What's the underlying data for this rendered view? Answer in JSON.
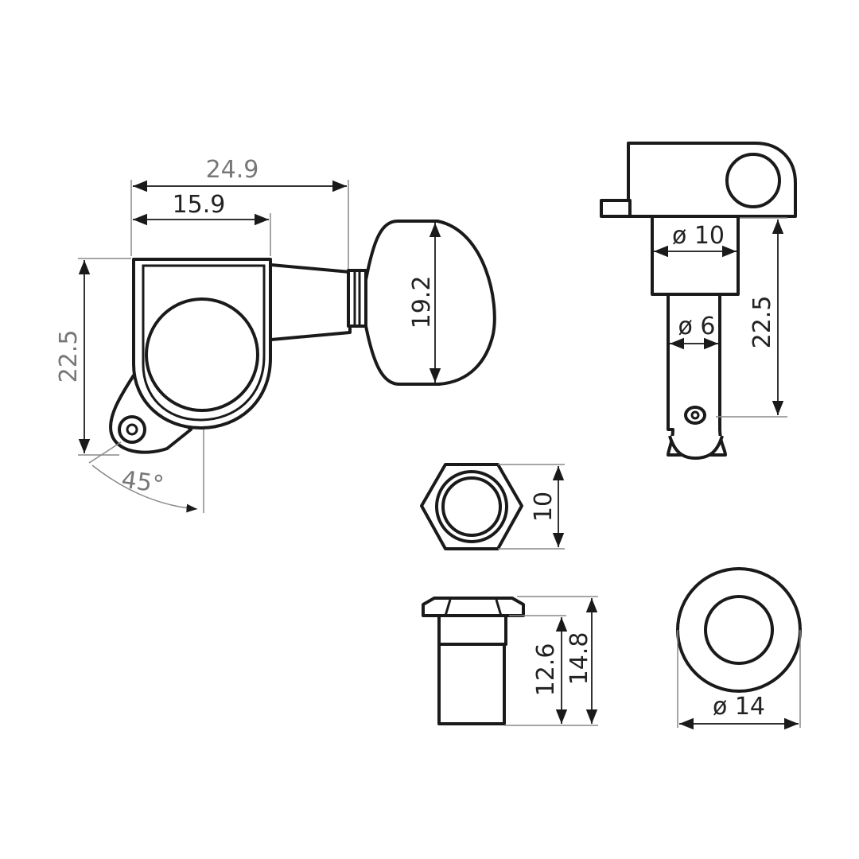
{
  "dimensions": {
    "overall_width": "24.9",
    "body_width": "15.9",
    "body_height": "22.5",
    "button_height": "19.2",
    "angle": "45°",
    "post_diameter": "ø 10",
    "shaft_diameter": "ø 6",
    "post_height": "22.5",
    "nut_across_flats": "10",
    "bushing_height_inner": "12.6",
    "bushing_height_outer": "14.8",
    "washer_diameter": "ø 14"
  },
  "colors": {
    "line": "#1a1a1a",
    "dimension": "#333333",
    "faint": "#888888",
    "background": "#ffffff"
  }
}
